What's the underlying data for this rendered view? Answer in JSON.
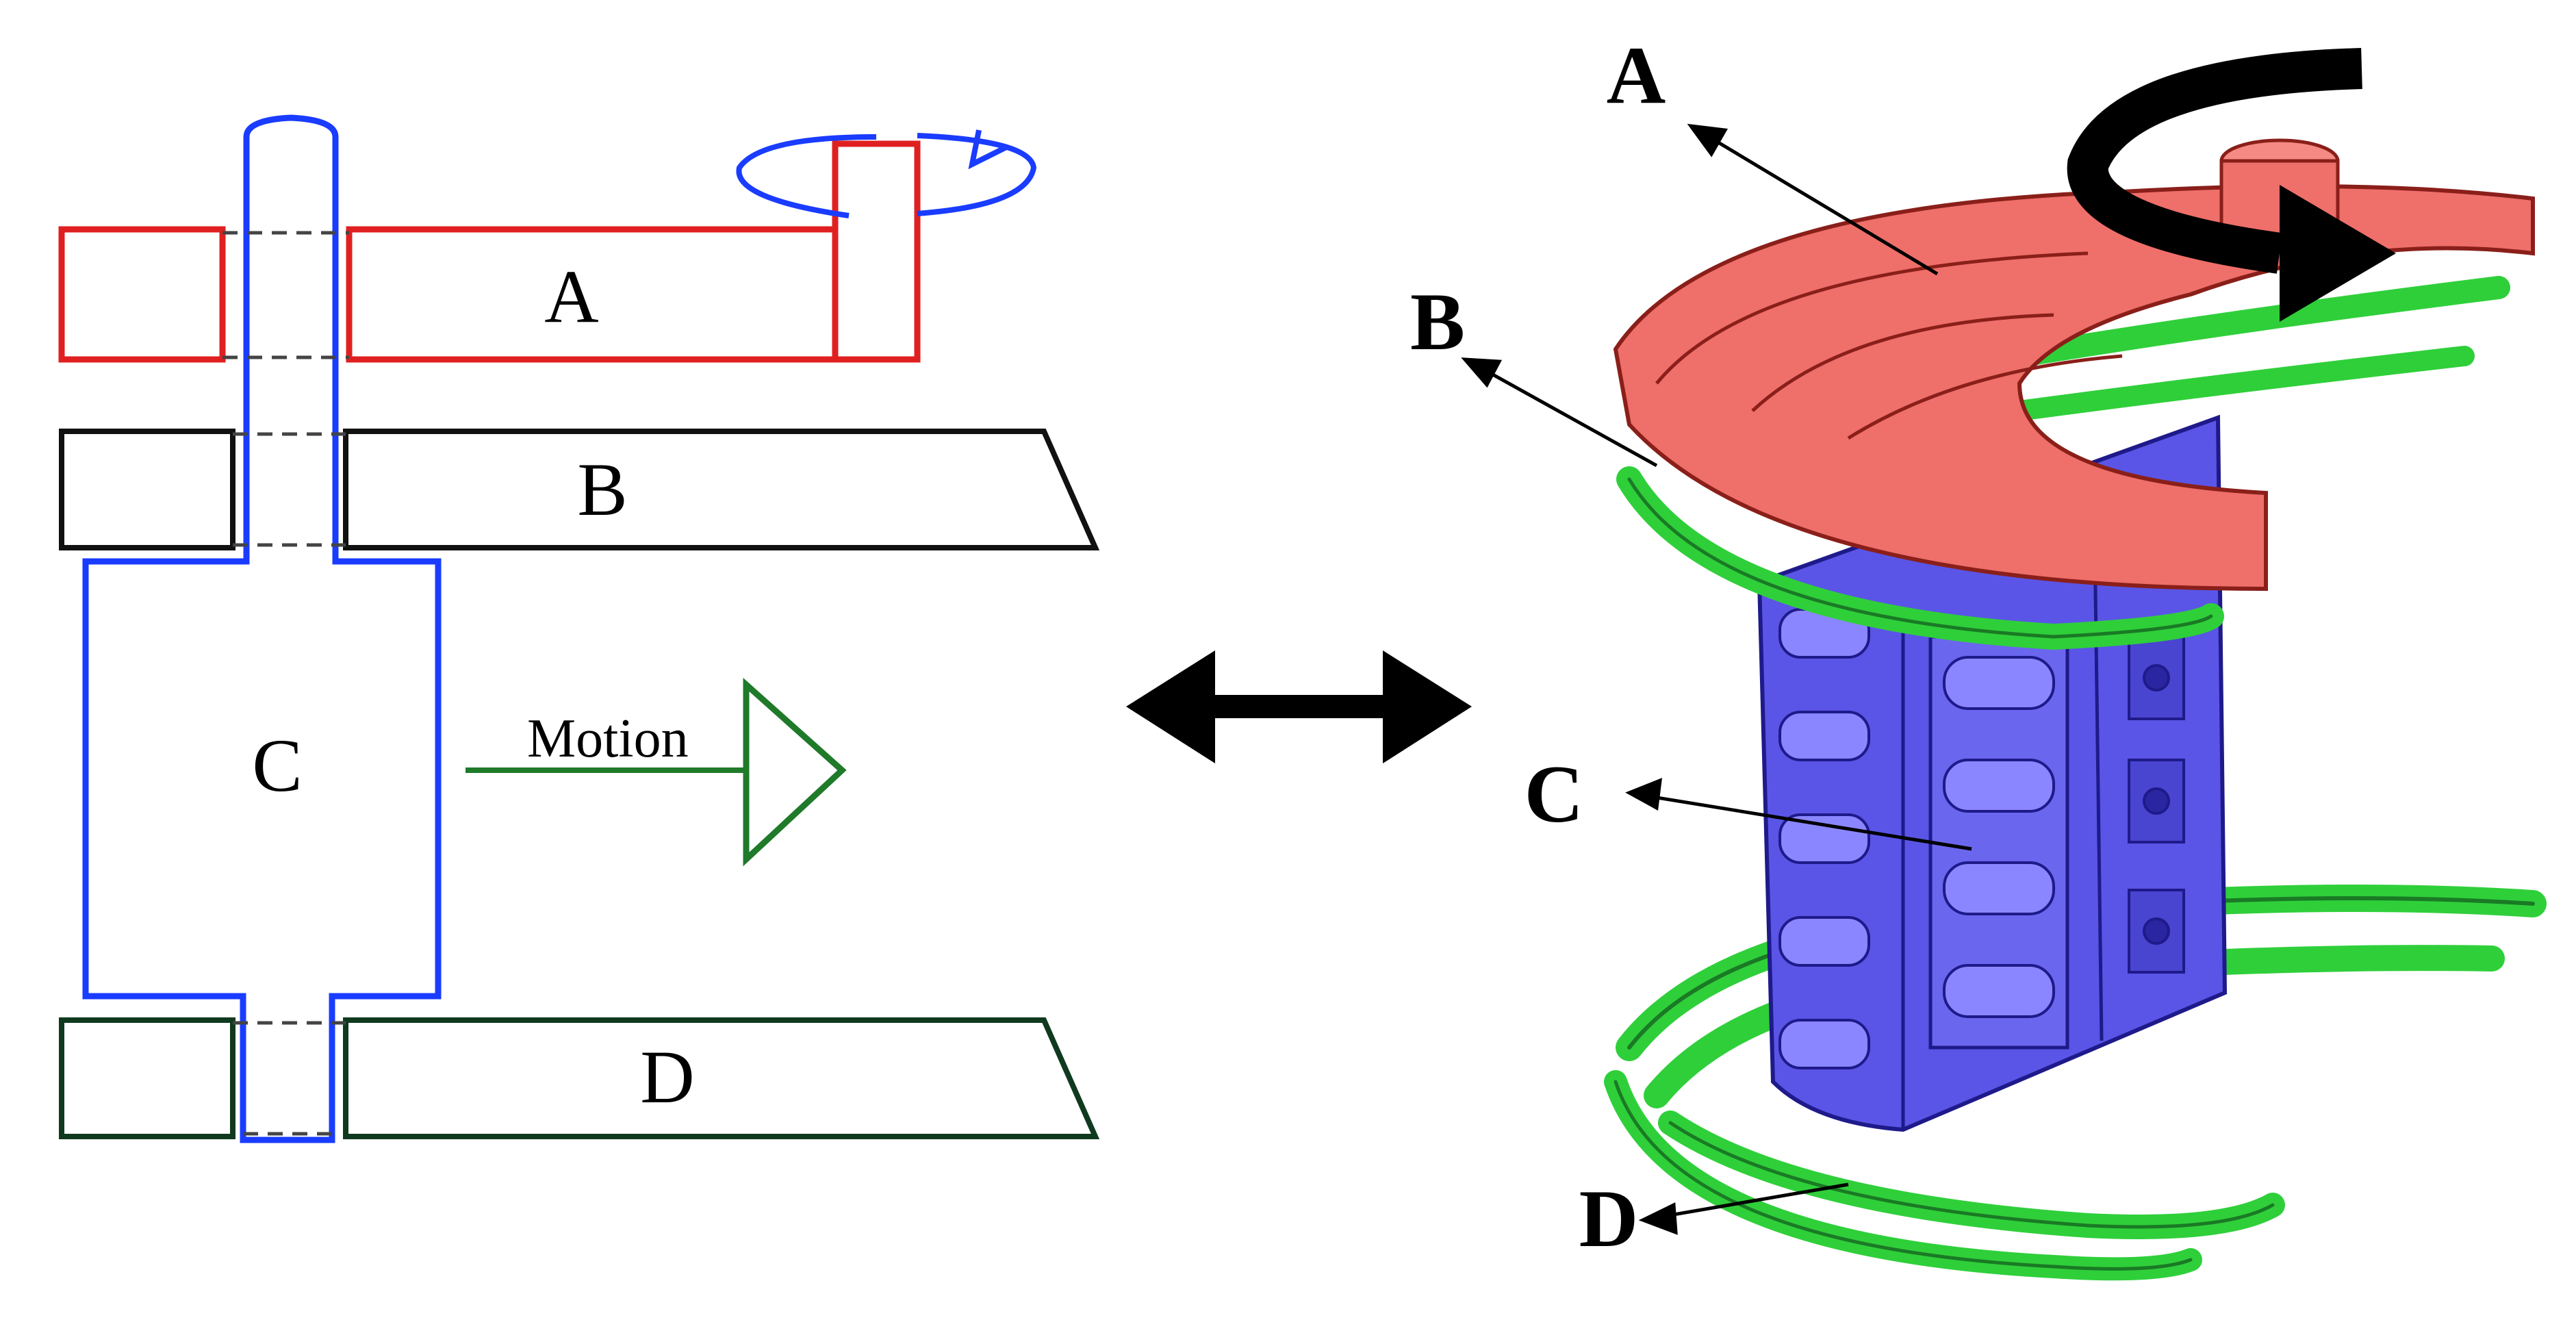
{
  "schematic": {
    "labels": {
      "a": "A",
      "b": "B",
      "c": "C",
      "d": "D"
    },
    "motion_label": "Motion"
  },
  "model_3d": {
    "labels": {
      "a": "A",
      "b": "B",
      "c": "C",
      "d": "D"
    }
  },
  "colors": {
    "part_a": "#e02020",
    "part_b": "#000000",
    "part_c": "#1a3cff",
    "part_d": "#0f3a1f",
    "motion_arrow": "#1f7a2a",
    "render_a": "#ef6f6a",
    "render_b": "#2fcf3a",
    "render_c": "#5a55e6"
  }
}
